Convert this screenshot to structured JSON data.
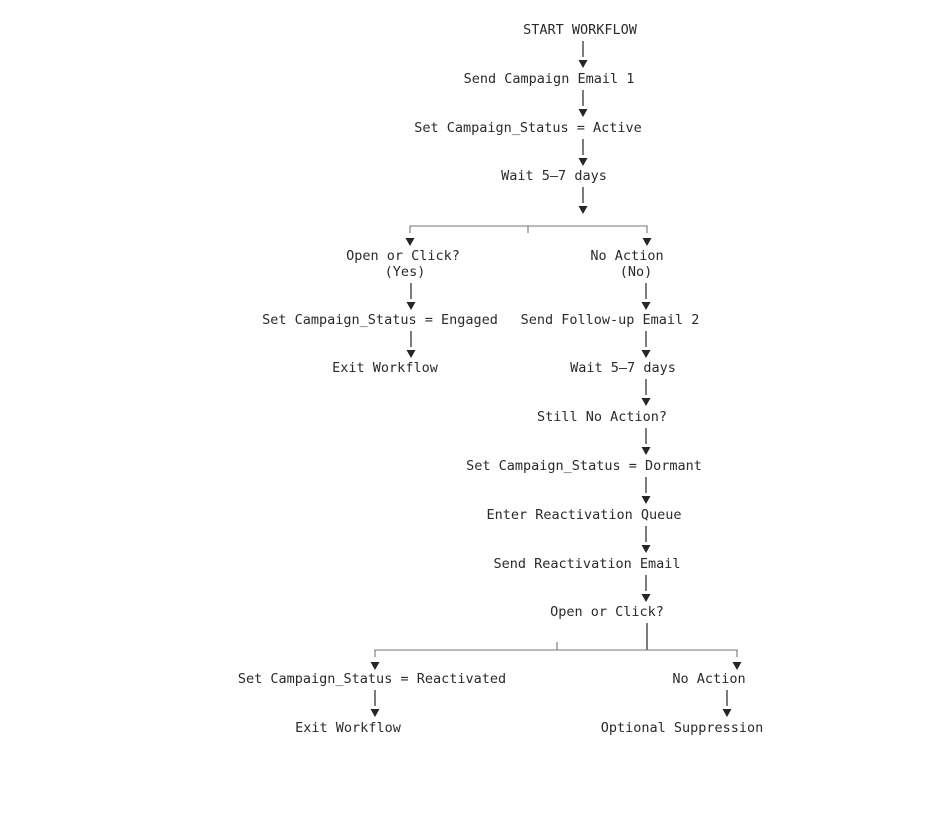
{
  "colors": {
    "bg": "#ffffff",
    "text": "#2a2a2a",
    "line": "#444444",
    "bar": "#757575",
    "arrow": "#262626"
  },
  "diagram": {
    "type": "flowchart",
    "nodes": {
      "start": "START WORKFLOW",
      "send_email_1": "Send Campaign Email 1",
      "set_active": "Set Campaign_Status = Active",
      "wait_1": "Wait 5–7 days",
      "open_click_1": "Open or Click?",
      "open_click_1_sub": "(Yes)",
      "no_action_1": "No Action",
      "no_action_1_sub": "(No)",
      "set_engaged": "Set Campaign_Status = Engaged",
      "send_email_2": "Send Follow-up Email 2",
      "exit_1": "Exit Workflow",
      "wait_2": "Wait 5–7 days",
      "still_no_action": "Still No Action?",
      "set_dormant": "Set Campaign_Status = Dormant",
      "reactivation_queue": "Enter Reactivation Queue",
      "send_reactivation": "Send Reactivation Email",
      "open_click_2": "Open or Click?",
      "set_reactivated": "Set Campaign_Status = Reactivated",
      "no_action_2": "No Action",
      "exit_2": "Exit Workflow",
      "optional_suppression": "Optional Suppression"
    },
    "edges": [
      {
        "from": "start",
        "to": "send_email_1"
      },
      {
        "from": "send_email_1",
        "to": "set_active"
      },
      {
        "from": "set_active",
        "to": "wait_1"
      },
      {
        "from": "wait_1",
        "to": "open_click_1",
        "branch": "(Yes)"
      },
      {
        "from": "wait_1",
        "to": "no_action_1",
        "branch": "(No)"
      },
      {
        "from": "open_click_1",
        "to": "set_engaged"
      },
      {
        "from": "set_engaged",
        "to": "exit_1"
      },
      {
        "from": "no_action_1",
        "to": "send_email_2"
      },
      {
        "from": "send_email_2",
        "to": "wait_2"
      },
      {
        "from": "wait_2",
        "to": "still_no_action"
      },
      {
        "from": "still_no_action",
        "to": "set_dormant"
      },
      {
        "from": "set_dormant",
        "to": "reactivation_queue"
      },
      {
        "from": "reactivation_queue",
        "to": "send_reactivation"
      },
      {
        "from": "send_reactivation",
        "to": "open_click_2"
      },
      {
        "from": "open_click_2",
        "to": "set_reactivated"
      },
      {
        "from": "open_click_2",
        "to": "no_action_2"
      },
      {
        "from": "set_reactivated",
        "to": "exit_2"
      },
      {
        "from": "no_action_2",
        "to": "optional_suppression"
      }
    ]
  }
}
